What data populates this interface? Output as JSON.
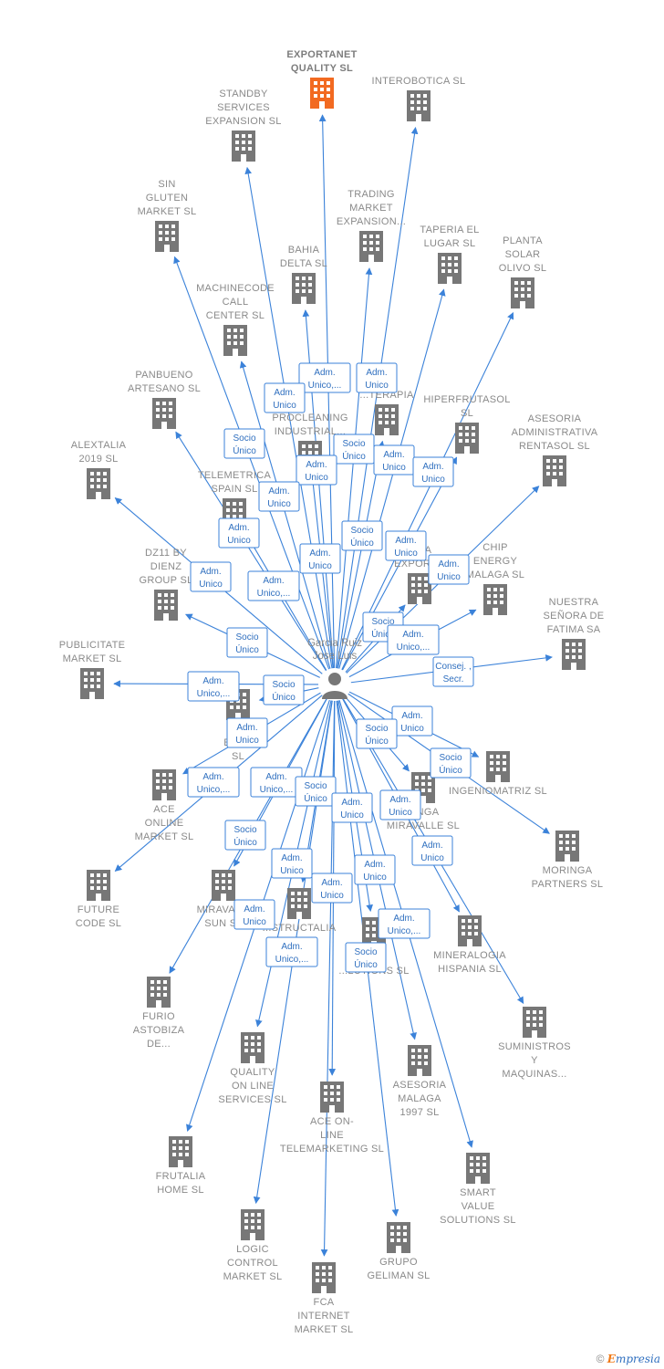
{
  "center": {
    "name": [
      "Garcia Ruiz",
      "Jose Luis"
    ]
  },
  "colors": {
    "edge": "#3b82d9",
    "building": "#777777",
    "main_building": "#f26a21"
  },
  "companies": [
    {
      "id": "exportanet",
      "label": [
        "EXPORTANET",
        "QUALITY  SL"
      ],
      "main": true
    },
    {
      "id": "interobotica",
      "label": [
        "INTEROBOTICA SL"
      ]
    },
    {
      "id": "standby",
      "label": [
        "STANDBY",
        "SERVICES",
        "EXPANSION SL"
      ]
    },
    {
      "id": "singluten",
      "label": [
        "SIN",
        "GLUTEN",
        "MARKET  SL"
      ]
    },
    {
      "id": "trading",
      "label": [
        "TRADING",
        "MARKET",
        "EXPANSION..."
      ]
    },
    {
      "id": "taperia",
      "label": [
        "TAPERIA EL",
        "LUGAR SL"
      ]
    },
    {
      "id": "planta",
      "label": [
        "PLANTA",
        "SOLAR",
        "OLIVO SL"
      ]
    },
    {
      "id": "bahia",
      "label": [
        "BAHIA",
        "DELTA SL"
      ]
    },
    {
      "id": "machinecode",
      "label": [
        "MACHINECODE",
        "CALL",
        "CENTER  SL"
      ]
    },
    {
      "id": "panbueno",
      "label": [
        "PANBUENO",
        "ARTESANO  SL"
      ]
    },
    {
      "id": "terapia",
      "label": [
        "...TERAPIA"
      ]
    },
    {
      "id": "hiperfrutasol",
      "label": [
        "HIPERFRUTASOL",
        "SL"
      ]
    },
    {
      "id": "asesoria_rentasol",
      "label": [
        "ASESORIA",
        "ADMINISTRATIVA",
        "RENTASOL SL"
      ]
    },
    {
      "id": "procleaning",
      "label": [
        "PROCLEANING",
        "INDUSTRIAL..."
      ]
    },
    {
      "id": "alextalia",
      "label": [
        "ALEXTALIA",
        "2019  SL"
      ]
    },
    {
      "id": "telemetrica",
      "label": [
        "TELEMETRICA",
        "SPAIN  SL"
      ]
    },
    {
      "id": "dz11",
      "label": [
        "DZ11 BY",
        "DIENZ",
        "GROUP  SL"
      ]
    },
    {
      "id": "export_ga",
      "label": [
        "...GA",
        "EXPORT..."
      ]
    },
    {
      "id": "chip",
      "label": [
        "CHIP",
        "ENERGY",
        "MALAGA  SL"
      ]
    },
    {
      "id": "nuestra",
      "label": [
        "NUESTRA",
        "SEÑORA DE",
        "FATIMA SA"
      ]
    },
    {
      "id": "publicitate",
      "label": [
        "PUBLICITATE",
        "MARKET  SL"
      ]
    },
    {
      "id": "expo_sl",
      "label": [
        "A...",
        "EXP...",
        "SL"
      ]
    },
    {
      "id": "ingeniomatriz",
      "label": [
        "INGENIOMATRIZ SL"
      ]
    },
    {
      "id": "ace_online",
      "label": [
        "ACE",
        "ONLINE",
        "MARKET SL"
      ]
    },
    {
      "id": "miravalle",
      "label": [
        "...NGA",
        "MIRAVALLE  SL"
      ]
    },
    {
      "id": "moringa",
      "label": [
        "MORINGA",
        "PARTNERS  SL"
      ]
    },
    {
      "id": "future",
      "label": [
        "FUTURE",
        "CODE  SL"
      ]
    },
    {
      "id": "miraval_sun",
      "label": [
        "MIRAVAL...",
        "SUN  SL"
      ]
    },
    {
      "id": "structalia",
      "label": [
        "...STRUCTALIA",
        "SL"
      ]
    },
    {
      "id": "lutions",
      "label": [
        "...E",
        "...LUTIONS SL"
      ]
    },
    {
      "id": "mineralogia",
      "label": [
        "MINERALOGIA",
        "HISPANIA  SL"
      ]
    },
    {
      "id": "furio",
      "label": [
        "FURIO",
        "ASTOBIZA",
        "DE..."
      ]
    },
    {
      "id": "suministros",
      "label": [
        "SUMINISTROS",
        "Y",
        "MAQUINAS..."
      ]
    },
    {
      "id": "quality_online",
      "label": [
        "QUALITY",
        "ON LINE",
        "SERVICES  SL"
      ]
    },
    {
      "id": "asesoria_malaga",
      "label": [
        "ASESORIA",
        "MALAGA",
        "1997  SL"
      ]
    },
    {
      "id": "ace_telemarketing",
      "label": [
        "ACE ON-",
        "LINE",
        "TELEMARKETING SL"
      ]
    },
    {
      "id": "frutalia",
      "label": [
        "FRUTALIA",
        "HOME  SL"
      ]
    },
    {
      "id": "smart",
      "label": [
        "SMART",
        "VALUE",
        "SOLUTIONS SL"
      ]
    },
    {
      "id": "logic",
      "label": [
        "LOGIC",
        "CONTROL",
        "MARKET  SL"
      ]
    },
    {
      "id": "geliman",
      "label": [
        "GRUPO",
        "GELIMAN  SL"
      ]
    },
    {
      "id": "fca",
      "label": [
        "FCA",
        "INTERNET",
        "MARKET  SL"
      ]
    }
  ],
  "roles": [
    {
      "id": "r1",
      "lines": [
        "Adm.",
        "Unico,..."
      ]
    },
    {
      "id": "r2",
      "lines": [
        "Adm.",
        "Unico"
      ]
    },
    {
      "id": "r3",
      "lines": [
        "Adm.",
        "Unico"
      ]
    },
    {
      "id": "r4",
      "lines": [
        "Socio",
        "Único"
      ]
    },
    {
      "id": "r5",
      "lines": [
        "Socio",
        "Único"
      ]
    },
    {
      "id": "r6",
      "lines": [
        "Adm.",
        "Unico"
      ]
    },
    {
      "id": "r7",
      "lines": [
        "Adm.",
        "Unico"
      ]
    },
    {
      "id": "r8",
      "lines": [
        "Adm.",
        "Unico"
      ]
    },
    {
      "id": "r9",
      "lines": [
        "Adm.",
        "Unico"
      ]
    },
    {
      "id": "r10",
      "lines": [
        "Adm.",
        "Unico"
      ]
    },
    {
      "id": "r11",
      "lines": [
        "Socio",
        "Único"
      ]
    },
    {
      "id": "r12",
      "lines": [
        "Adm.",
        "Unico"
      ]
    },
    {
      "id": "r13",
      "lines": [
        "Adm.",
        "Unico"
      ]
    },
    {
      "id": "r14",
      "lines": [
        "Adm.",
        "Unico"
      ]
    },
    {
      "id": "r15",
      "lines": [
        "Adm.",
        "Unico"
      ]
    },
    {
      "id": "r16",
      "lines": [
        "Adm.",
        "Unico,..."
      ]
    },
    {
      "id": "r17",
      "lines": [
        "Socio",
        "Único"
      ]
    },
    {
      "id": "r18",
      "lines": [
        "Socio",
        "Único"
      ]
    },
    {
      "id": "r19",
      "lines": [
        "Adm.",
        "Unico,..."
      ]
    },
    {
      "id": "r20",
      "lines": [
        "Consej. ,",
        "Secr."
      ]
    },
    {
      "id": "r21",
      "lines": [
        "Adm.",
        "Unico,..."
      ]
    },
    {
      "id": "r22",
      "lines": [
        "Socio",
        "Único"
      ]
    },
    {
      "id": "r23",
      "lines": [
        "Adm.",
        "Unico"
      ]
    },
    {
      "id": "r24",
      "lines": [
        "Adm.",
        "Unico"
      ]
    },
    {
      "id": "r25",
      "lines": [
        "Socio",
        "Único"
      ]
    },
    {
      "id": "r26",
      "lines": [
        "Socio",
        "Único"
      ]
    },
    {
      "id": "r27",
      "lines": [
        "Adm.",
        "Unico,..."
      ]
    },
    {
      "id": "r28",
      "lines": [
        "Adm.",
        "Unico,..."
      ]
    },
    {
      "id": "r29",
      "lines": [
        "Socio",
        "Único"
      ]
    },
    {
      "id": "r30",
      "lines": [
        "Adm.",
        "Unico"
      ]
    },
    {
      "id": "r31",
      "lines": [
        "Socio",
        "Único"
      ]
    },
    {
      "id": "r32",
      "lines": [
        "Adm.",
        "Unico"
      ]
    },
    {
      "id": "r33",
      "lines": [
        "Adm.",
        "Unico"
      ]
    },
    {
      "id": "r34",
      "lines": [
        "Adm.",
        "Unico"
      ]
    },
    {
      "id": "r35",
      "lines": [
        "Adm.",
        "Unico"
      ]
    },
    {
      "id": "r36",
      "lines": [
        "Adm.",
        "Unico"
      ]
    },
    {
      "id": "r37",
      "lines": [
        "Adm.",
        "Unico"
      ]
    },
    {
      "id": "r38",
      "lines": [
        "Adm.",
        "Unico,..."
      ]
    },
    {
      "id": "r39",
      "lines": [
        "Adm.",
        "Unico,..."
      ]
    },
    {
      "id": "r40",
      "lines": [
        "Socio",
        "Único"
      ]
    }
  ],
  "footer": {
    "copyright": "©",
    "brand_first": "E",
    "brand_rest": "mpresia"
  }
}
